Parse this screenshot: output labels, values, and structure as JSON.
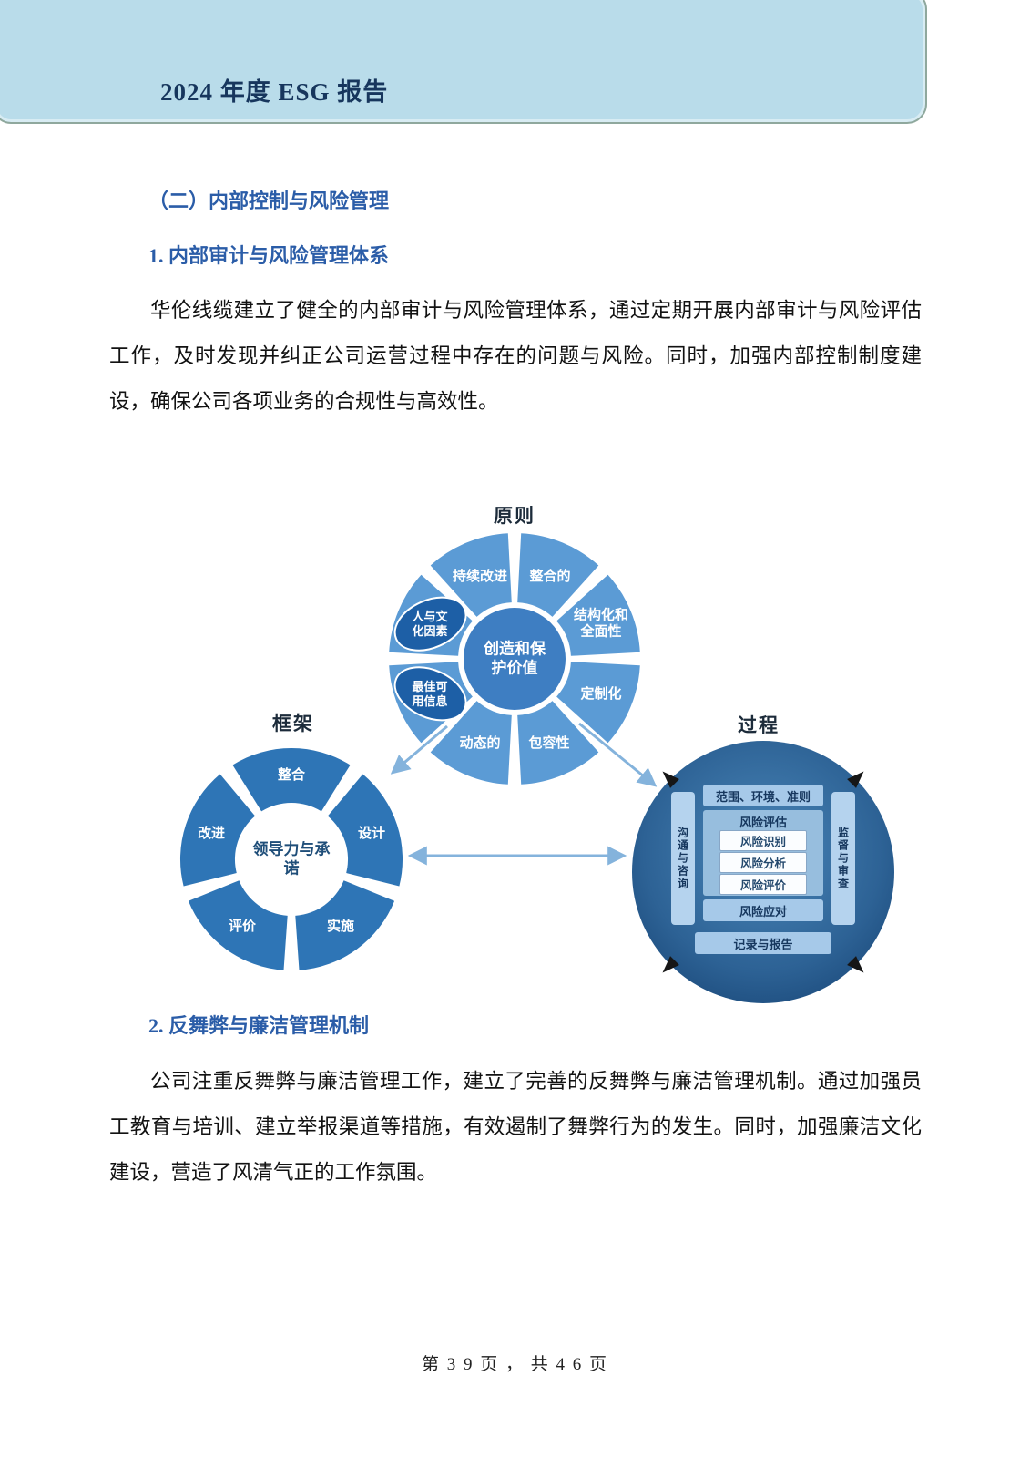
{
  "page": {
    "banner_title": "2024 年度 ESG 报告",
    "footer": "第 3 9 页 ， 共 4 6 页"
  },
  "sections": {
    "heading": "（二）内部控制与风险管理",
    "sub1": "1. 内部审计与风险管理体系",
    "para1": "华伦线缆建立了健全的内部审计与风险管理体系，通过定期开展内部审计与风险评估工作，及时发现并纠正公司运营过程中存在的问题与风险。同时，加强内部控制制度建设，确保公司各项业务的合规性与高效性。",
    "sub2": "2. 反舞弊与廉洁管理机制",
    "para2": "公司注重反舞弊与廉洁管理工作，建立了完善的反舞弊与廉洁管理机制。通过加强员工教育与培训、建立举报渠道等措施，有效遏制了舞弊行为的发生。同时，加强廉洁文化建设，营造了风清气正的工作氛围。"
  },
  "diagram": {
    "principles": {
      "title": "原则",
      "center": "创造和保护价值",
      "seg_jixu": "持续改进",
      "seg_zhenghe": "整合的",
      "seg_jiegou": "结构化和全面性",
      "seg_dingzhi": "定制化",
      "seg_baorong": "包容性",
      "seg_dongtai": "动态的",
      "badge_zuijia": "最佳可用信息",
      "badge_renyu": "人与文化因素"
    },
    "framework": {
      "title": "框架",
      "center": "领导力与承诺",
      "seg_zhenghe": "整合",
      "seg_sheji": "设计",
      "seg_shishi": "实施",
      "seg_pingjia": "评价",
      "seg_gaijin": "改进"
    },
    "process": {
      "title": "过程",
      "scope": "范围、环境、准则",
      "assessment": "风险评估",
      "identify": "风险识别",
      "analyze": "风险分析",
      "evaluate": "风险评价",
      "respond": "风险应对",
      "record": "记录与报告",
      "left_bar": "沟通与咨询",
      "right_bar": "监督与审查"
    }
  },
  "colors": {
    "heading_blue": "#2b5da8",
    "banner_bg": "#b9dcea",
    "principles_wheel_blue": "#5b9bd5",
    "badge_blue": "#1d5fa6",
    "framework_blue": "#2e75b6",
    "process_dark_blue": "#1d4e80",
    "box_light_blue": "#a6c9e9"
  }
}
